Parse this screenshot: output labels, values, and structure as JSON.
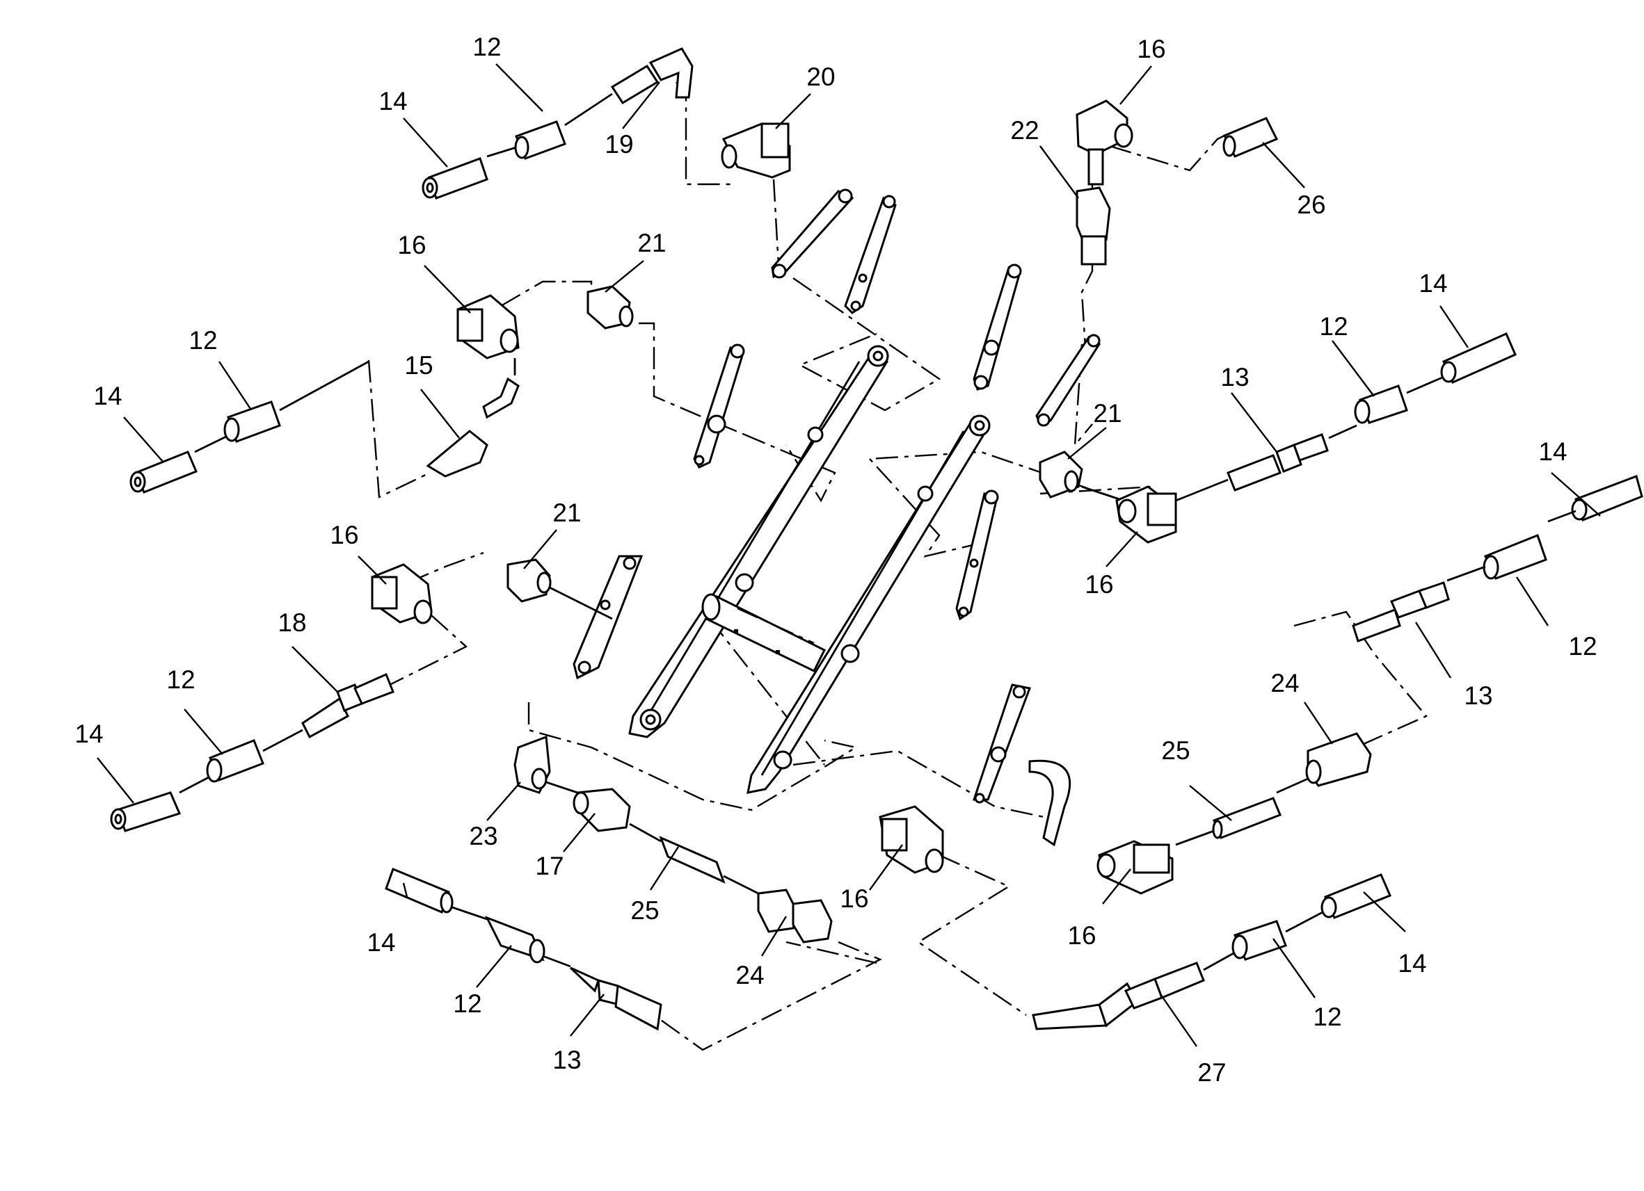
{
  "callouts": [
    {
      "id": "c1",
      "text": "12"
    },
    {
      "id": "c2",
      "text": "14"
    },
    {
      "id": "c3",
      "text": "19"
    },
    {
      "id": "c4",
      "text": "20"
    },
    {
      "id": "c5",
      "text": "16"
    },
    {
      "id": "c6",
      "text": "22"
    },
    {
      "id": "c7",
      "text": "26"
    },
    {
      "id": "c8",
      "text": "16"
    },
    {
      "id": "c9",
      "text": "21"
    },
    {
      "id": "c10",
      "text": "12"
    },
    {
      "id": "c11",
      "text": "14"
    },
    {
      "id": "c12",
      "text": "15"
    },
    {
      "id": "c13",
      "text": "14"
    },
    {
      "id": "c14",
      "text": "12"
    },
    {
      "id": "c15",
      "text": "13"
    },
    {
      "id": "c16",
      "text": "21"
    },
    {
      "id": "c17",
      "text": "16"
    },
    {
      "id": "c18",
      "text": "14"
    },
    {
      "id": "c19",
      "text": "12"
    },
    {
      "id": "c20",
      "text": "13"
    },
    {
      "id": "c21",
      "text": "16"
    },
    {
      "id": "c22",
      "text": "21"
    },
    {
      "id": "c23",
      "text": "18"
    },
    {
      "id": "c24",
      "text": "12"
    },
    {
      "id": "c25",
      "text": "14"
    },
    {
      "id": "c26",
      "text": "24"
    },
    {
      "id": "c27",
      "text": "25"
    },
    {
      "id": "c28",
      "text": "23"
    },
    {
      "id": "c29",
      "text": "17"
    },
    {
      "id": "c30",
      "text": "25"
    },
    {
      "id": "c31",
      "text": "24"
    },
    {
      "id": "c32",
      "text": "16"
    },
    {
      "id": "c33",
      "text": "16"
    },
    {
      "id": "c34",
      "text": "14"
    },
    {
      "id": "c35",
      "text": "12"
    },
    {
      "id": "c36",
      "text": "13"
    },
    {
      "id": "c37",
      "text": "14"
    },
    {
      "id": "c38",
      "text": "12"
    },
    {
      "id": "c39",
      "text": "27"
    }
  ]
}
